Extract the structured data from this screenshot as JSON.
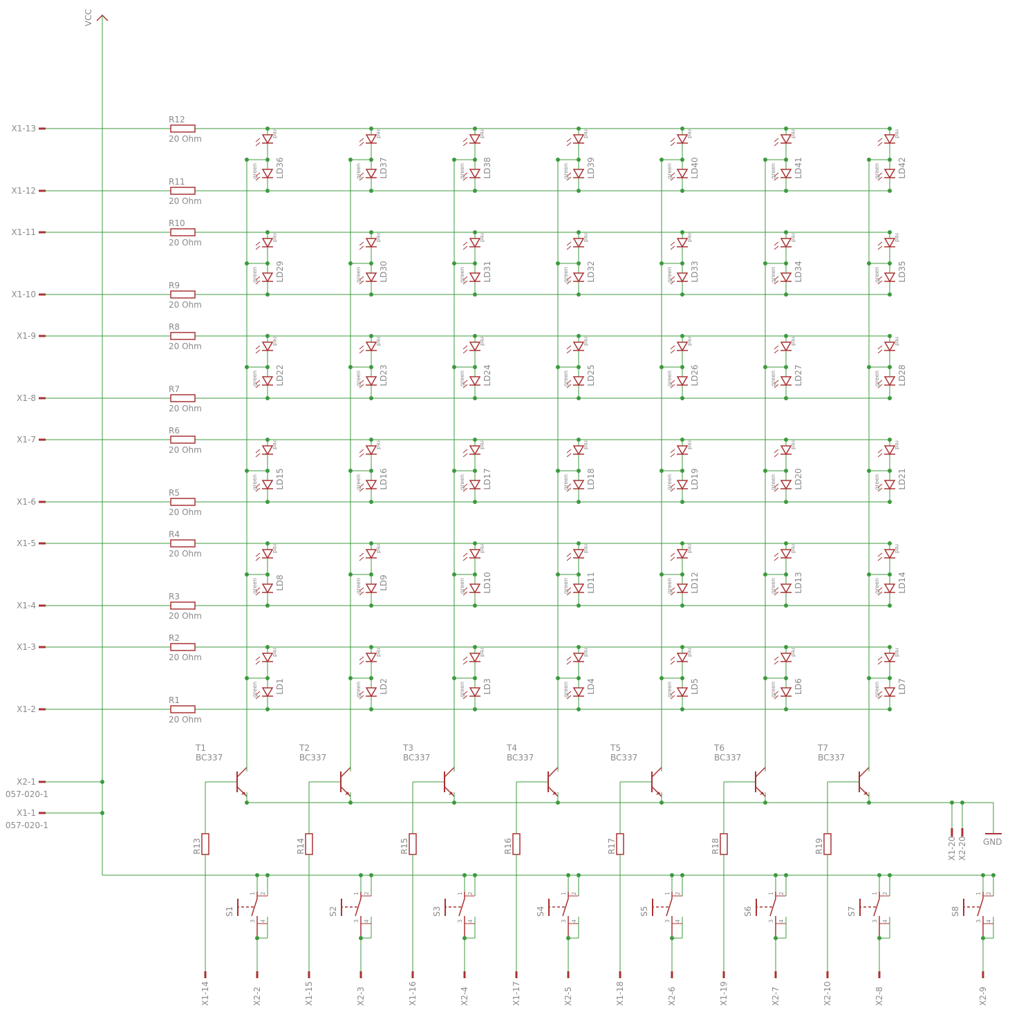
{
  "colors": {
    "wire": "#3c9a3c",
    "part": "#a83232",
    "text": "#8a8a8a",
    "background": "#ffffff"
  },
  "supply": {
    "vcc": "VCC",
    "gnd": "GND"
  },
  "rows": [
    {
      "pin": "X1-13",
      "res": "R12",
      "value": "20 Ohm"
    },
    {
      "pin": "X1-12",
      "res": "R11",
      "value": "20 Ohm"
    },
    {
      "pin": "X1-11",
      "res": "R10",
      "value": "20 Ohm"
    },
    {
      "pin": "X1-10",
      "res": "R9",
      "value": "20 Ohm"
    },
    {
      "pin": "X1-9",
      "res": "R8",
      "value": "20 Ohm"
    },
    {
      "pin": "X1-8",
      "res": "R7",
      "value": "20 Ohm"
    },
    {
      "pin": "X1-7",
      "res": "R6",
      "value": "20 Ohm"
    },
    {
      "pin": "X1-6",
      "res": "R5",
      "value": "20 Ohm"
    },
    {
      "pin": "X1-5",
      "res": "R4",
      "value": "20 Ohm"
    },
    {
      "pin": "X1-4",
      "res": "R3",
      "value": "20 Ohm"
    },
    {
      "pin": "X1-3",
      "res": "R2",
      "value": "20 Ohm"
    },
    {
      "pin": "X1-2",
      "res": "R1",
      "value": "20 Ohm"
    }
  ],
  "led_rows": [
    [
      "LD36",
      "LD37",
      "LD38",
      "LD39",
      "LD40",
      "LD41",
      "LD42"
    ],
    [
      "LD29",
      "LD30",
      "LD31",
      "LD32",
      "LD33",
      "LD34",
      "LD35"
    ],
    [
      "LD22",
      "LD23",
      "LD24",
      "LD25",
      "LD26",
      "LD27",
      "LD28"
    ],
    [
      "LD15",
      "LD16",
      "LD17",
      "LD18",
      "LD19",
      "LD20",
      "LD21"
    ],
    [
      "LD8",
      "LD9",
      "LD10",
      "LD11",
      "LD12",
      "LD13",
      "LD14"
    ],
    [
      "LD1",
      "LD2",
      "LD3",
      "LD4",
      "LD5",
      "LD6",
      "LD7"
    ]
  ],
  "led_tags": {
    "top": "red",
    "bottom": "green",
    "bottom_short": "gree"
  },
  "transistors": [
    {
      "name": "T1",
      "type": "BC337"
    },
    {
      "name": "T2",
      "type": "BC337"
    },
    {
      "name": "T3",
      "type": "BC337"
    },
    {
      "name": "T4",
      "type": "BC337"
    },
    {
      "name": "T5",
      "type": "BC337"
    },
    {
      "name": "T6",
      "type": "BC337"
    },
    {
      "name": "T7",
      "type": "BC337"
    }
  ],
  "base_resistors": [
    "R13",
    "R14",
    "R15",
    "R16",
    "R17",
    "R18",
    "R19"
  ],
  "base_pins": [
    "X1-14",
    "X1-15",
    "X1-16",
    "X1-17",
    "X1-18",
    "X1-19",
    "X2-10"
  ],
  "switches": [
    {
      "name": "S1",
      "pin": "X2-2"
    },
    {
      "name": "S2",
      "pin": "X2-3"
    },
    {
      "name": "S3",
      "pin": "X2-4"
    },
    {
      "name": "S4",
      "pin": "X2-5"
    },
    {
      "name": "S5",
      "pin": "X2-6"
    },
    {
      "name": "S6",
      "pin": "X2-7"
    },
    {
      "name": "S7",
      "pin": "X2-8"
    },
    {
      "name": "S8",
      "pin": "X2-9"
    }
  ],
  "switch_pins": [
    "1",
    "2",
    "3",
    "4"
  ],
  "power_pins": [
    {
      "pin": "X2-1",
      "part": "057-020-1"
    },
    {
      "pin": "X1-1",
      "part": "057-020-1"
    }
  ],
  "gnd_pins": [
    "X1-20",
    "X2-20"
  ]
}
